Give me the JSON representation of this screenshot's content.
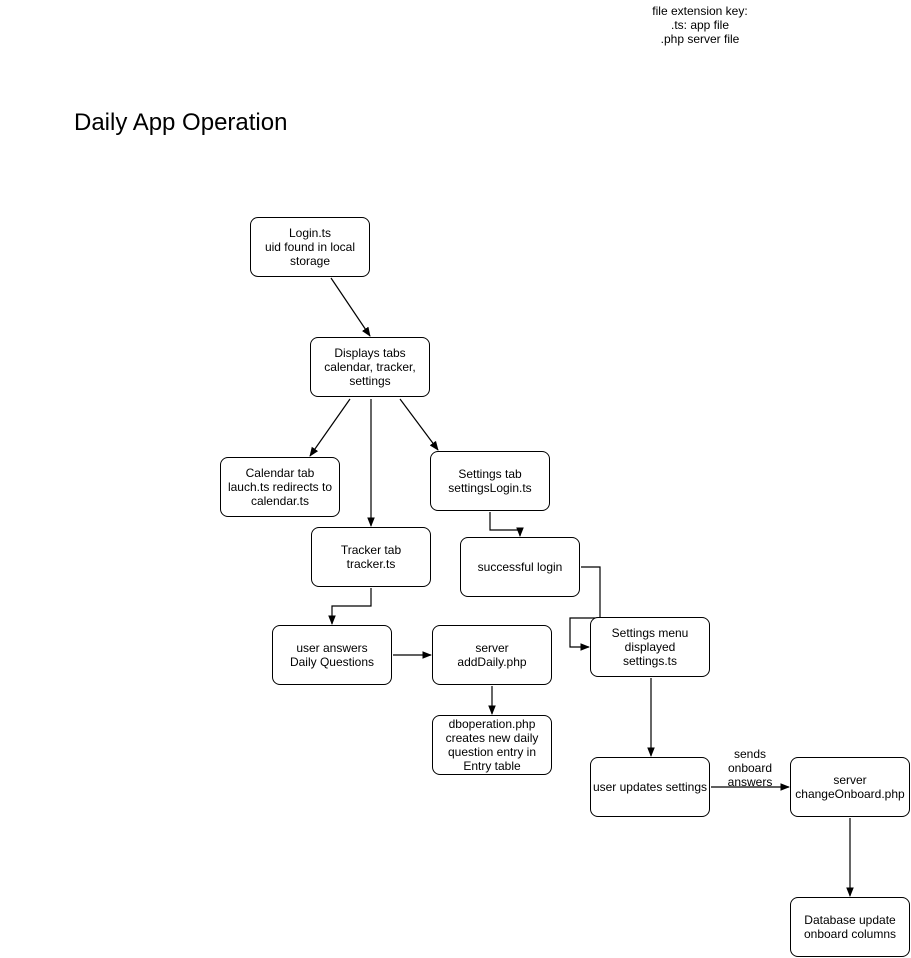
{
  "key": {
    "heading": "file extension key:",
    "ts": ".ts: app file",
    "php": ".php server file"
  },
  "title": "Daily App Operation",
  "nodes": {
    "login": [
      "Login.ts",
      "uid found in local",
      "storage"
    ],
    "tabs": [
      "Displays tabs",
      "calendar, tracker,",
      "settings"
    ],
    "calendar": [
      "Calendar tab",
      "lauch.ts redirects to",
      "calendar.ts"
    ],
    "tracker": [
      "Tracker tab",
      "tracker.ts"
    ],
    "settings_tab": [
      "Settings tab",
      "settingsLogin.ts"
    ],
    "successful_login": [
      "successful login"
    ],
    "settings_menu": [
      "Settings menu",
      "displayed",
      "settings.ts"
    ],
    "user_answers": [
      "user answers",
      "Daily Questions"
    ],
    "add_daily": [
      "server",
      "addDaily.php"
    ],
    "dboperation": [
      "dboperation.php",
      "creates new daily",
      "question entry in",
      "Entry table"
    ],
    "user_updates": [
      "user updates settings"
    ],
    "change_onboard": [
      "server",
      "changeOnboard.php"
    ],
    "db_update": [
      "Database update",
      "onboard columns"
    ]
  },
  "edge_labels": {
    "sends_onboard": [
      "sends",
      "onboard",
      "answers"
    ]
  }
}
